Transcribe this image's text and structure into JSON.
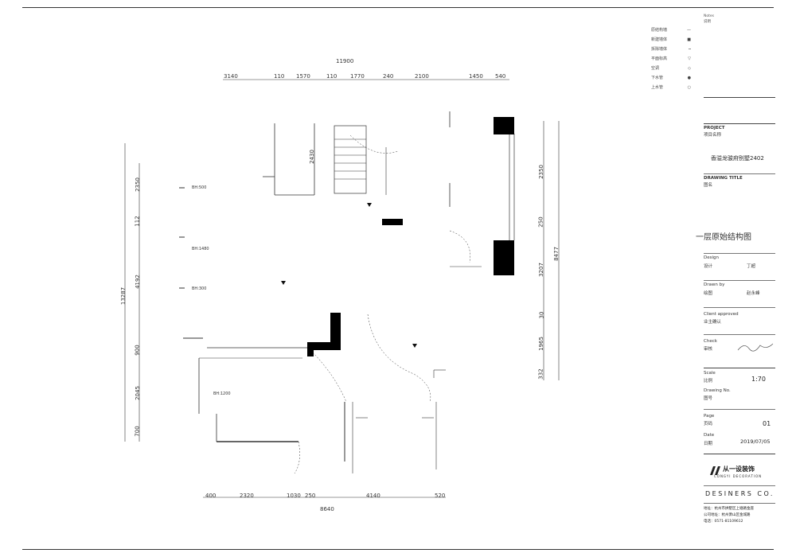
{
  "plan": {
    "overall_top": "11900",
    "top_dims": [
      "3140",
      "110",
      "1570",
      "110",
      "1770",
      "240",
      "2100",
      "1450",
      "540"
    ],
    "bottom_dims": [
      "400",
      "2320",
      "1030",
      "250",
      "4140",
      "520"
    ],
    "overall_bottom": "8640",
    "left_dims": [
      "2350",
      "112",
      "4192",
      "900",
      "2045",
      "700"
    ],
    "left_overall": "13287",
    "right_dims": [
      "2350",
      "250",
      "3207",
      "30",
      "1965",
      "332"
    ],
    "right_overall": "8477",
    "stair_dim": "2430",
    "room_tags": [
      "BH:500",
      "BH:1480",
      "BH:300",
      "BH:1200"
    ]
  },
  "legend": {
    "items": [
      {
        "label": "原结构墙",
        "mark": "—"
      },
      {
        "label": "新建墙体",
        "mark": "■"
      },
      {
        "label": "拆除墙体",
        "mark": "┅"
      },
      {
        "label": "平面标高",
        "mark": "▽"
      },
      {
        "label": "空调",
        "mark": "◇"
      },
      {
        "label": "下水管",
        "mark": "●"
      },
      {
        "label": "上水管",
        "mark": "○"
      }
    ]
  },
  "title_block": {
    "notes_label": "Notes",
    "notes_cn": "说明",
    "project_label": "PROJECT",
    "project_cn": "项目名称",
    "project_name": "香溢龙骏府别墅2402",
    "drawing_title_label": "DRAWING TITLE",
    "drawing_title_cn": "图名",
    "drawing_title": "一层原始结构图",
    "design_label": "Design",
    "design_cn": "设计",
    "design_value": "丁超",
    "drawn_label": "Drawn by",
    "drawn_cn": "绘图",
    "drawn_value": "赵永峰",
    "client_label": "Client approved",
    "client_cn": "业主确认",
    "check_label": "Check",
    "check_cn": "审核",
    "scale_label": "Scale",
    "scale_cn": "比例",
    "scale_value": "1:70",
    "drawing_no_label": "Drawing No.",
    "drawing_no_cn": "图号",
    "page_label": "Page",
    "page_cn": "页码",
    "page_value": "01",
    "date_label": "Date",
    "date_cn": "日期",
    "date_value": "2019/07/05",
    "company": "从一设装饰",
    "company_en": "CONGYI DECORATION",
    "designers": "DESINERS CO.",
    "address": "地址：杭州市拱墅区上塘路金座",
    "address2": "公司地址：杭州萧山区金城路",
    "phone": "电话：0571-81109612"
  }
}
